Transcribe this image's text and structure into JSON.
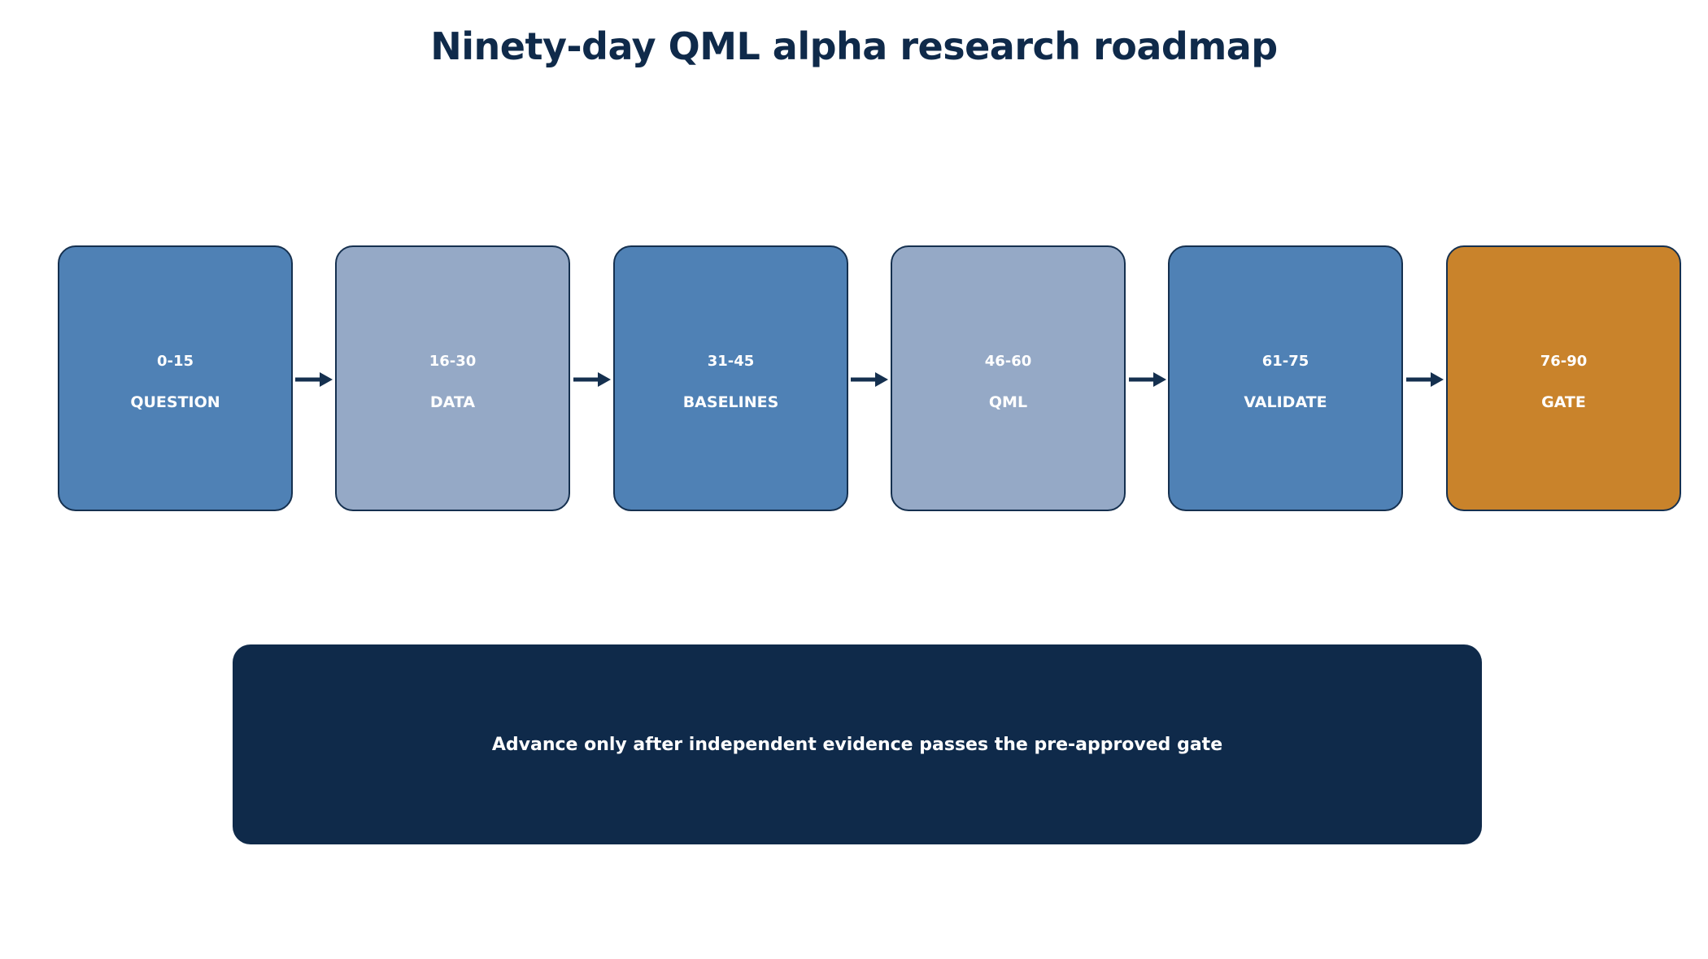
{
  "title": "Ninety-day QML alpha research roadmap",
  "phases": [
    {
      "days": "0-15",
      "name": "QUESTION",
      "color": "#4f81b5"
    },
    {
      "days": "16-30",
      "name": "DATA",
      "color": "#95a9c6"
    },
    {
      "days": "31-45",
      "name": "BASELINES",
      "color": "#4f81b5"
    },
    {
      "days": "46-60",
      "name": "QML",
      "color": "#95a9c6"
    },
    {
      "days": "61-75",
      "name": "VALIDATE",
      "color": "#4f81b5"
    },
    {
      "days": "76-90",
      "name": "GATE",
      "color": "#c9832b"
    }
  ],
  "gate_note": "Advance only after independent evidence passes the pre-approved gate",
  "colors": {
    "title": "#0f2a4a",
    "border": "#15304f",
    "arrow": "#15304f",
    "note_background": "#0f2a4a"
  }
}
